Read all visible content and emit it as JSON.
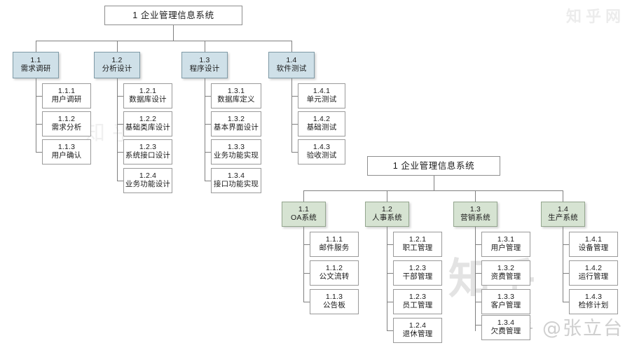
{
  "diagrams": [
    {
      "id": "development-phases",
      "accent": "#cfe0e8",
      "root": {
        "label": "1 企业管理信息系统"
      },
      "branches": [
        {
          "num": "1.1",
          "title": "需求调研",
          "children": [
            {
              "num": "1.1.1",
              "title": "用户调研"
            },
            {
              "num": "1.1.2",
              "title": "需求分析"
            },
            {
              "num": "1.1.3",
              "title": "用户确认"
            }
          ]
        },
        {
          "num": "1.2",
          "title": "分析设计",
          "children": [
            {
              "num": "1.2.1",
              "title": "数据库设计"
            },
            {
              "num": "1.2.2",
              "title": "基础类库设计"
            },
            {
              "num": "1.2.3",
              "title": "系统接口设计"
            },
            {
              "num": "1.2.4",
              "title": "业务功能设计"
            }
          ]
        },
        {
          "num": "1.3",
          "title": "程序设计",
          "children": [
            {
              "num": "1.3.1",
              "title": "数据库定义"
            },
            {
              "num": "1.3.2",
              "title": "基本界面设计"
            },
            {
              "num": "1.3.3",
              "title": "业务功能实现"
            },
            {
              "num": "1.3.4",
              "title": "接口功能实现"
            }
          ]
        },
        {
          "num": "1.4",
          "title": "软件测试",
          "children": [
            {
              "num": "1.4.1",
              "title": "单元测试"
            },
            {
              "num": "1.4.2",
              "title": "基础测试"
            },
            {
              "num": "1.4.3",
              "title": "验收测试"
            }
          ]
        }
      ]
    },
    {
      "id": "subsystem-modules",
      "accent": "#d6e3d2",
      "root": {
        "label": "1 企业管理信息系统"
      },
      "branches": [
        {
          "num": "1.1",
          "title": "OA系统",
          "children": [
            {
              "num": "1.1.1",
              "title": "邮件服务"
            },
            {
              "num": "1.1.2",
              "title": "公文流转"
            },
            {
              "num": "1.1.3",
              "title": "公告板"
            }
          ]
        },
        {
          "num": "1.2",
          "title": "人事系统",
          "children": [
            {
              "num": "1.2.1",
              "title": "职工管理"
            },
            {
              "num": "1.2.3",
              "title": "干部管理"
            },
            {
              "num": "1.2.3",
              "title": "员工管理"
            },
            {
              "num": "1.2.4",
              "title": "退休管理"
            }
          ]
        },
        {
          "num": "1.3",
          "title": "营销系统",
          "children": [
            {
              "num": "1.3.1",
              "title": "用户管理"
            },
            {
              "num": "1.3.2",
              "title": "资费管理"
            },
            {
              "num": "1.3.3",
              "title": "客户管理"
            },
            {
              "num": "1.3.4",
              "title": "欠费管理"
            }
          ]
        },
        {
          "num": "1.4",
          "title": "生产系统",
          "children": [
            {
              "num": "1.4.1",
              "title": "设备管理"
            },
            {
              "num": "1.4.2",
              "title": "运行管理"
            },
            {
              "num": "1.4.3",
              "title": "检修计划"
            }
          ]
        }
      ]
    }
  ],
  "watermarks": {
    "top_right": "知乎网",
    "bottom_right": "知乎 @张立台",
    "middle": "知乎",
    "faint_center": "知乎"
  },
  "colors": {
    "phase_node_fill": "#cfe0e8",
    "module_node_fill": "#d6e3d2",
    "leaf_fill": "#ffffff",
    "line": "#808080",
    "text": "#1a1a1a",
    "background": "#ffffff"
  }
}
